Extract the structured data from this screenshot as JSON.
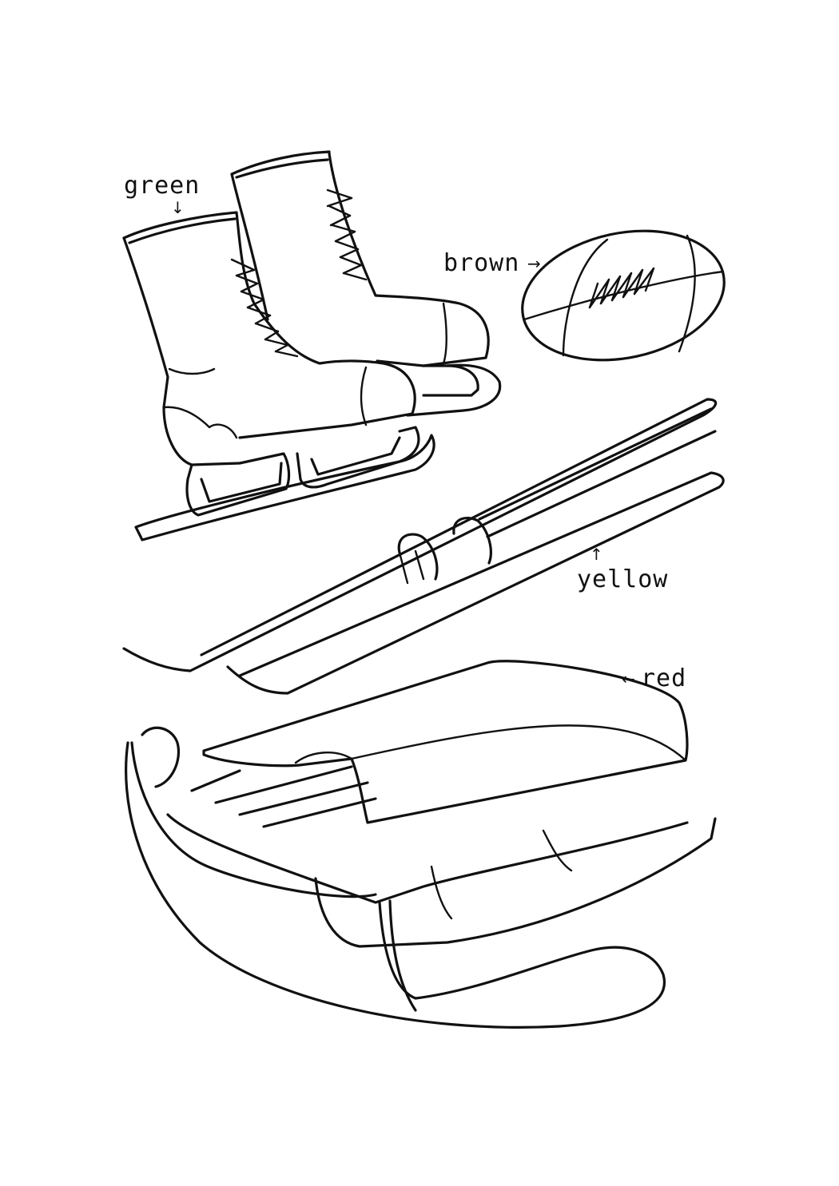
{
  "labels": {
    "green": "green",
    "brown": "brown",
    "yellow": "yellow",
    "red": "red"
  },
  "ink_color": "#111111",
  "background_color": "#ffffff",
  "items": [
    {
      "name": "ice skates",
      "label_key": "green"
    },
    {
      "name": "football",
      "label_key": "brown"
    },
    {
      "name": "skis",
      "label_key": "yellow"
    },
    {
      "name": "sled",
      "label_key": "red"
    }
  ]
}
